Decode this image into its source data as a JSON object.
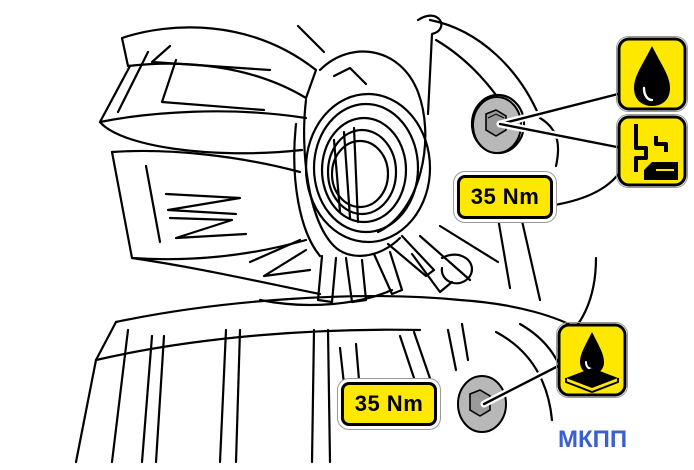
{
  "labels": {
    "torque_top": "35 Nm",
    "torque_bottom": "35 Nm",
    "gearbox": "МКПП"
  },
  "icons": {
    "oil_drop": "oil-drop-icon",
    "thread_lock": "thread-profile-icon",
    "sealant": "sealant-drop-icon"
  },
  "colors": {
    "label_fill": "#ffe800",
    "gearbox_text": "#3a5fd0"
  }
}
